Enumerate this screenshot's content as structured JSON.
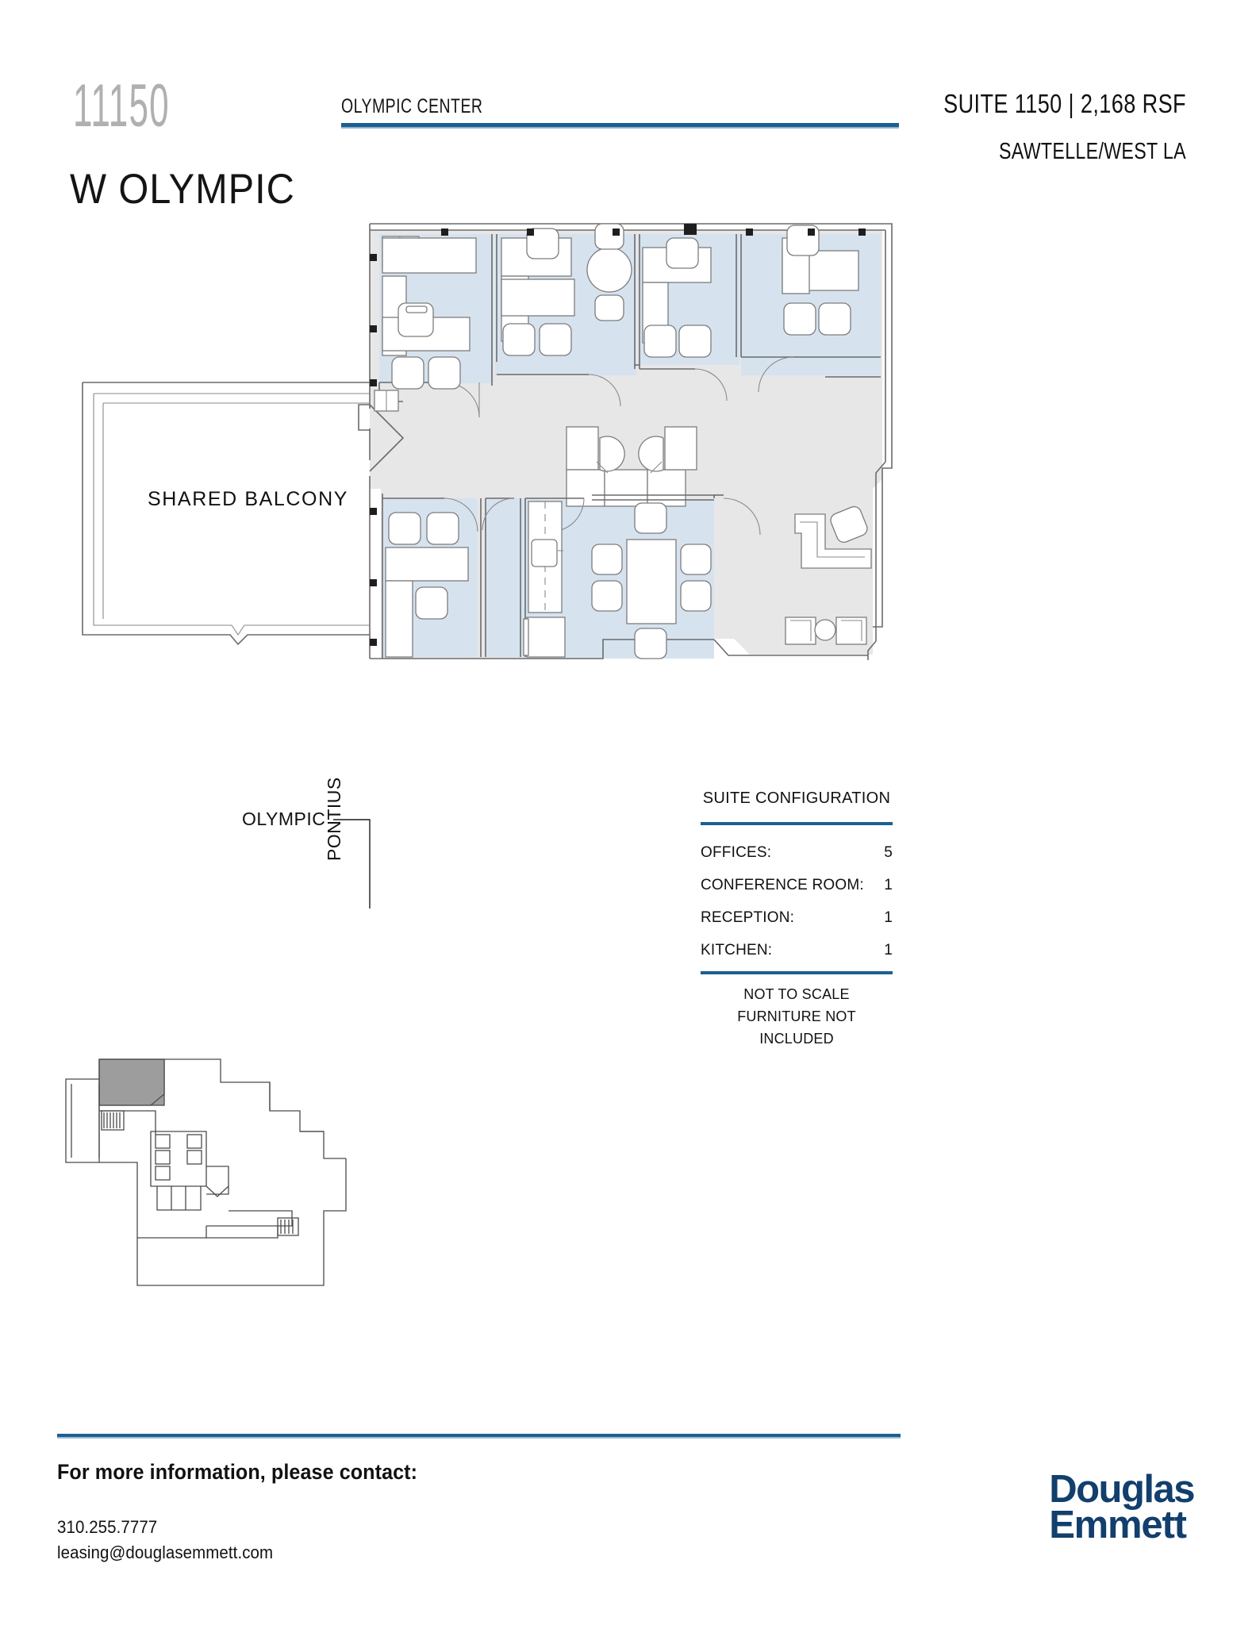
{
  "header": {
    "building_number": "11150",
    "building_street": "W OLYMPIC",
    "property_name": "OLYMPIC CENTER",
    "suite_line": "SUITE 1150  |  2,168 RSF",
    "submarket": "SAWTELLE/WEST LA"
  },
  "plan": {
    "balcony_label": "SHARED BALCONY"
  },
  "keyplan": {
    "street_top": "OLYMPIC",
    "street_right": "PONTIUS"
  },
  "config": {
    "title": "SUITE CONFIGURATION",
    "rows": [
      {
        "label": "OFFICES:",
        "value": "5"
      },
      {
        "label": "CONFERENCE ROOM:",
        "value": "1"
      },
      {
        "label": "RECEPTION:",
        "value": "1"
      },
      {
        "label": "KITCHEN:",
        "value": "1"
      }
    ],
    "note_scale": "NOT TO SCALE",
    "note_furniture": "FURNITURE NOT INCLUDED"
  },
  "footer": {
    "cta": "For more information, please contact:",
    "phone": "310.255.7777",
    "email": "leasing@douglasemmett.com",
    "logo_line1": "Douglas",
    "logo_line2": "Emmett"
  },
  "colors": {
    "accent_blue": "#1d5f91",
    "office_fill": "#d6e3ef",
    "common_fill": "#e7e7e7",
    "logo_navy": "#123f6d",
    "number_gray": "#b0b0b0"
  }
}
